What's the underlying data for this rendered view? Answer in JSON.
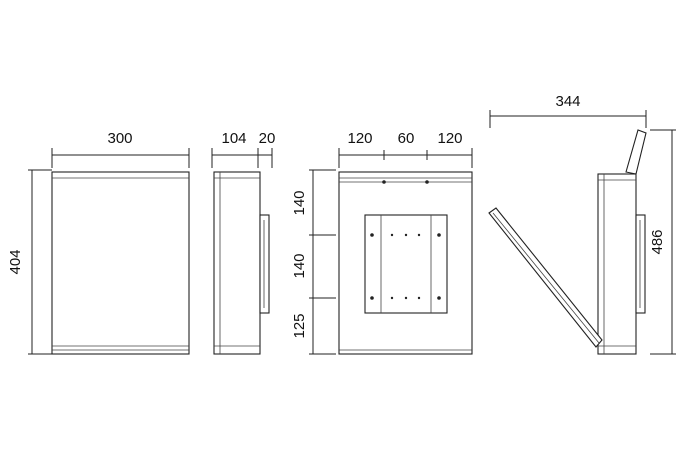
{
  "drawing": {
    "front_view": {
      "width_label": "300",
      "height_label": "404"
    },
    "side_view": {
      "depth_label": "104",
      "flange_label": "20"
    },
    "back_view": {
      "horizontal_labels": [
        "120",
        "60",
        "120"
      ],
      "vertical_labels": [
        "140",
        "140",
        "125"
      ]
    },
    "open_view": {
      "width_label": "344",
      "height_label": "486"
    }
  }
}
